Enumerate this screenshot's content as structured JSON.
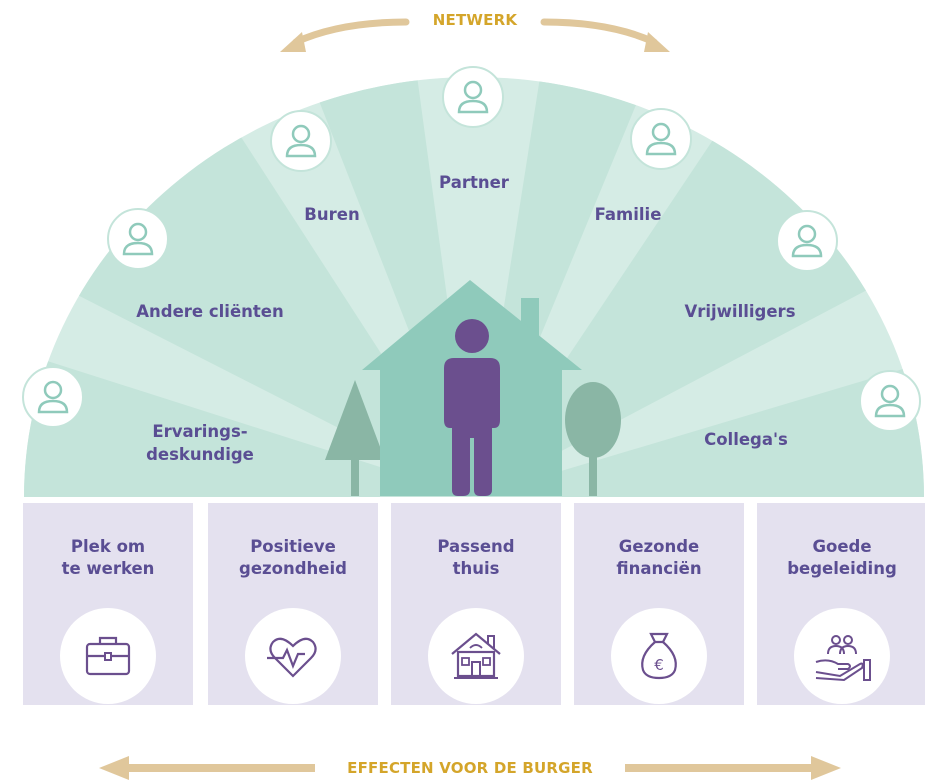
{
  "top_arrow": {
    "label": "NETWERK"
  },
  "bottom_arrow": {
    "label": "EFFECTEN VOOR DE BURGER"
  },
  "network": [
    {
      "key": "ervaringsdeskundige",
      "label_line1": "Ervarings-",
      "label_line2": "deskundige"
    },
    {
      "key": "andere",
      "label": "Andere cliënten"
    },
    {
      "key": "buren",
      "label": "Buren"
    },
    {
      "key": "partner",
      "label": "Partner"
    },
    {
      "key": "familie",
      "label": "Familie"
    },
    {
      "key": "vrijwilligers",
      "label": "Vrijwilligers"
    },
    {
      "key": "collegas",
      "label": "Collega's"
    }
  ],
  "cards": [
    {
      "line1": "Plek om",
      "line2": "te werken",
      "icon": "briefcase-icon"
    },
    {
      "line1": "Positieve",
      "line2": "gezondheid",
      "icon": "heart-pulse-icon"
    },
    {
      "line1": "Passend",
      "line2": "thuis",
      "icon": "house-icon"
    },
    {
      "line1": "Gezonde",
      "line2": "financiën",
      "icon": "money-bag-icon"
    },
    {
      "line1": "Goede",
      "line2": "begeleiding",
      "icon": "helping-hand-icon"
    }
  ],
  "colors": {
    "fan_light": "#d5ece5",
    "fan_mid": "#c4e4da",
    "house": "#8fcabb",
    "tree": "#8ab6a5",
    "person": "#6b4f8e",
    "text_purple": "#5a4e93",
    "arrow_gold": "#e0c79b",
    "card_bg": "#e4e1ef"
  }
}
